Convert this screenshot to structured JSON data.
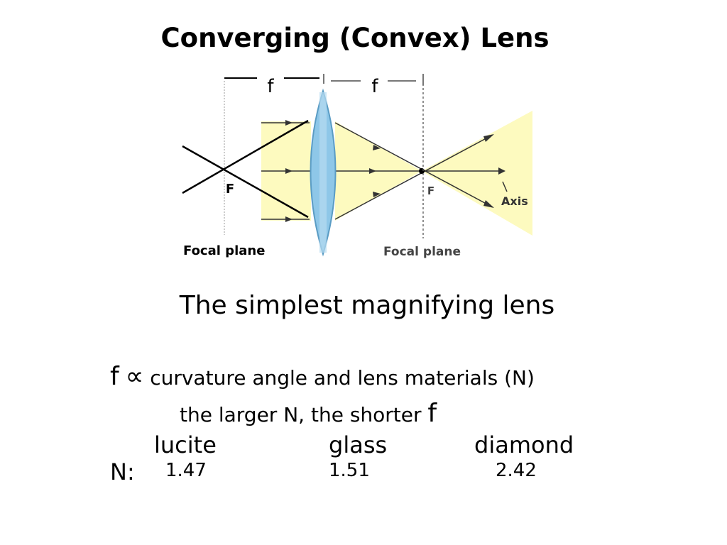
{
  "title": "Converging (Convex) Lens",
  "diagram": {
    "f_left": "f",
    "f_right": "f",
    "focal_point_left": "F",
    "focal_point_right": "F",
    "axis_label": "Axis",
    "focal_plane_left": "Focal plane",
    "focal_plane_right": "Focal plane",
    "colors": {
      "beam_fill": "#fdfabf",
      "lens_fill": "#8ec7e8",
      "lens_stroke": "#5a9cc4",
      "ray_color": "#333333"
    }
  },
  "subtitle": "The simplest magnifying lens",
  "relation": {
    "symbol": "f",
    "proportional": "∝",
    "text": " curvature angle and lens materials (N)"
  },
  "rule": {
    "text": "the larger N, the shorter ",
    "symbol": "f"
  },
  "materials": [
    {
      "name": "lucite",
      "n": "1.47"
    },
    {
      "name": "glass",
      "n": "1.51"
    },
    {
      "name": "diamond",
      "n": "2.42"
    }
  ],
  "n_label": "N:"
}
